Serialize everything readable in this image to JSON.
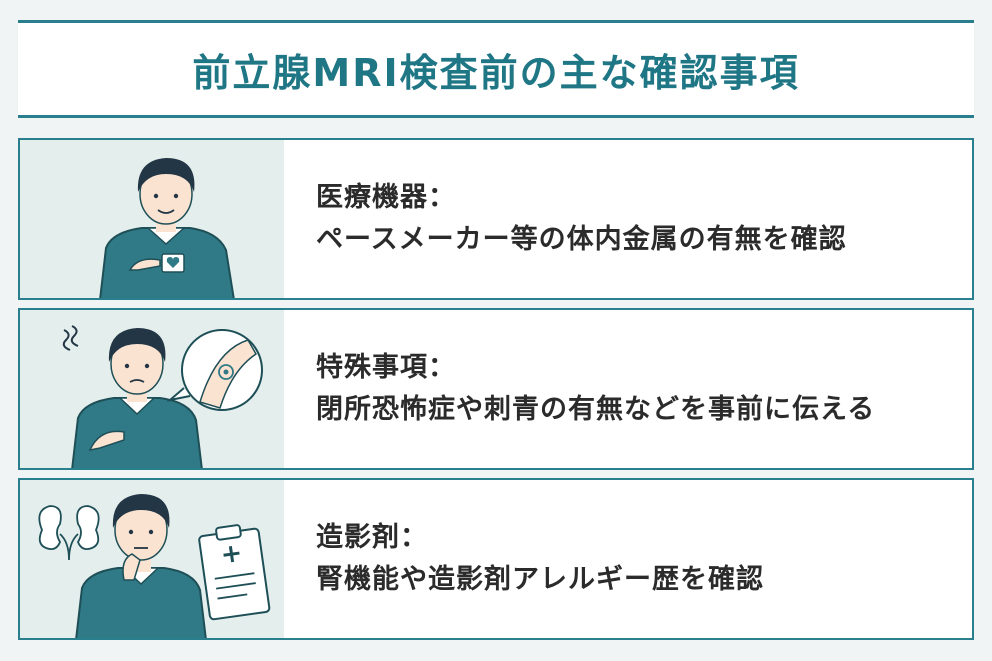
{
  "header": {
    "title": "前立腺MRI検査前の主な確認事項"
  },
  "cards": [
    {
      "title": "医療機器：",
      "desc": "ペースメーカー等の体内金属の有無を確認",
      "icon": "pacemaker-icon"
    },
    {
      "title": "特殊事項：",
      "desc": "閉所恐怖症や刺青の有無などを事前に伝える",
      "icon": "tattoo-icon"
    },
    {
      "title": "造影剤：",
      "desc": "腎機能や造影剤アレルギー歴を確認",
      "icon": "clipboard-icon"
    }
  ],
  "colors": {
    "accent": "#2a7f8f",
    "sweater": "#2f7a86",
    "hair": "#233645",
    "panel": "#e4eeec"
  }
}
